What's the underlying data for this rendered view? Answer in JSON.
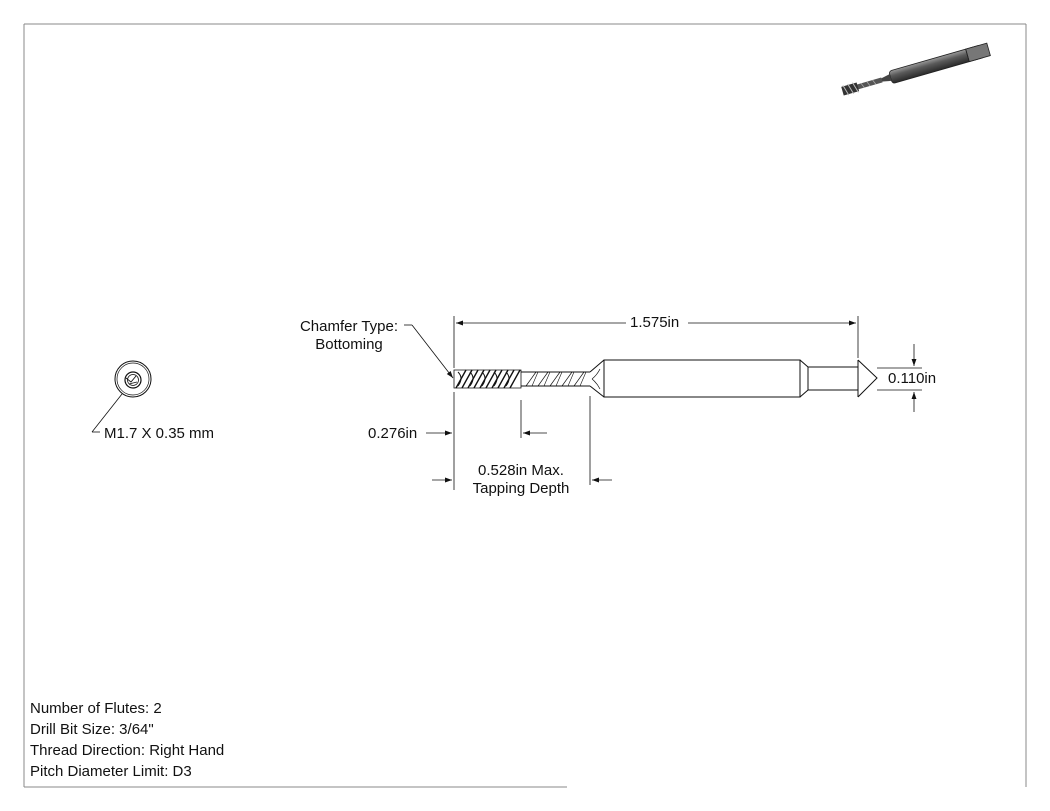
{
  "dimensions": {
    "overall_length": "1.575in",
    "shank_diameter": "0.110in",
    "thread_length": "0.276in",
    "tapping_depth_value": "0.528in Max.",
    "tapping_depth_label": "Tapping Depth"
  },
  "chamfer": {
    "line1": "Chamfer Type:",
    "line2": "Bottoming"
  },
  "end_view": {
    "thread_size": "M1.7 X 0.35 mm"
  },
  "specs": [
    "Number of Flutes: 2",
    "Drill Bit Size: 3/64\"",
    "Thread Direction: Right Hand",
    "Pitch Diameter Limit: D3"
  ],
  "colors": {
    "line": "#111111",
    "frame": "#888888",
    "iso_dark": "#3a3a3a",
    "iso_light": "#9a9a9a"
  }
}
